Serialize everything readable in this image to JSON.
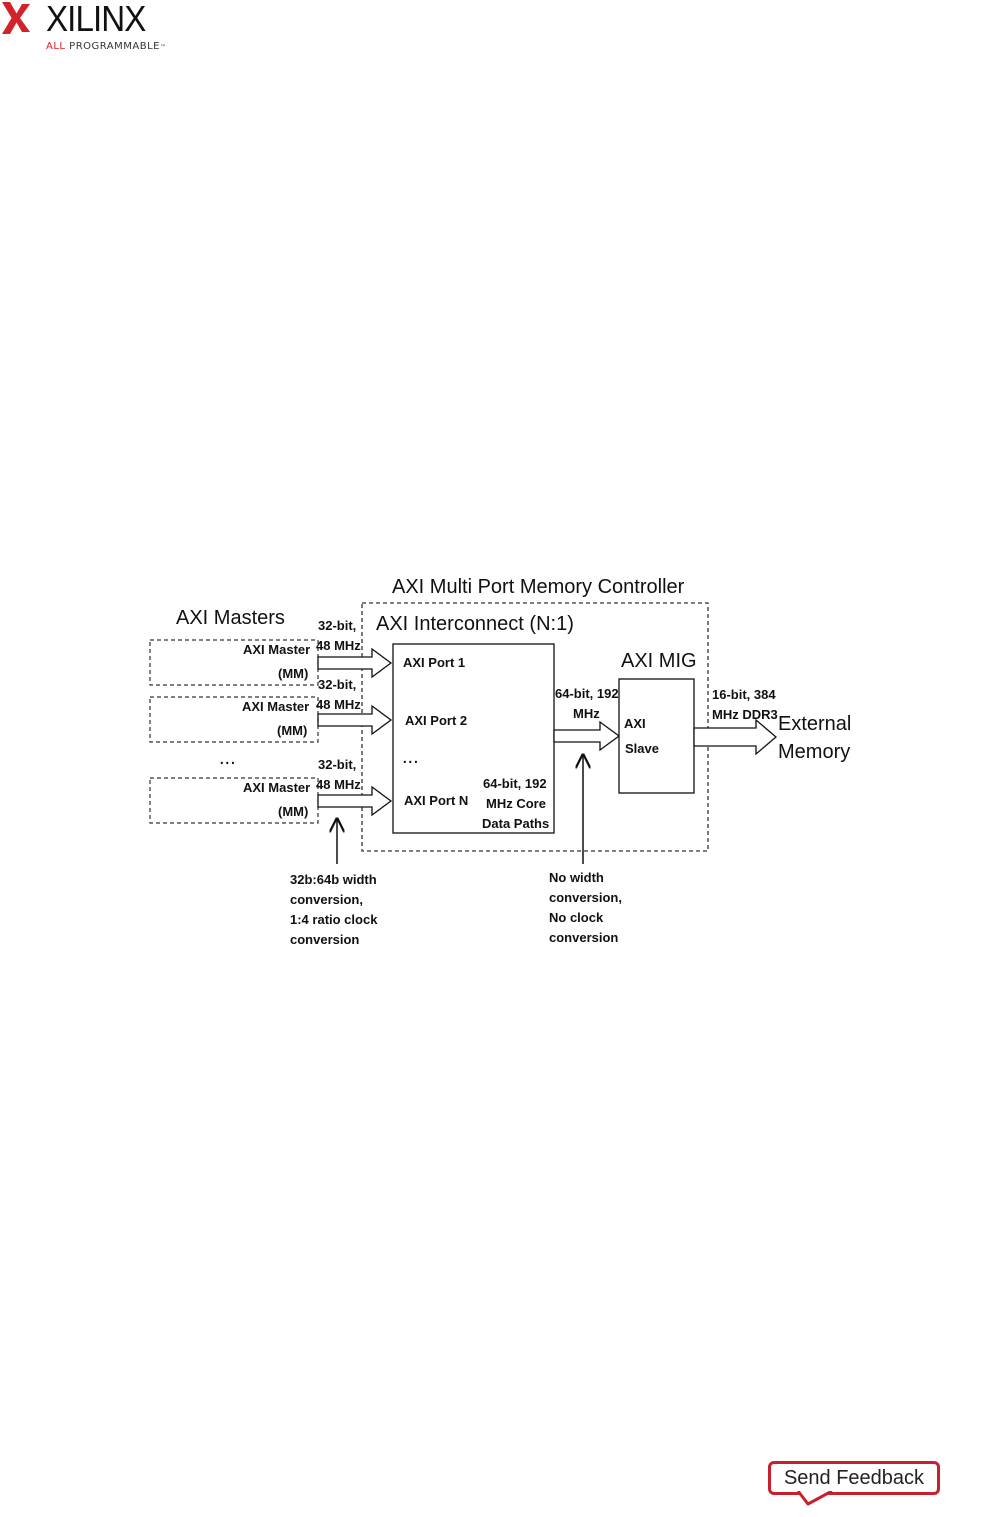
{
  "header": {
    "logo_text": "XILINX",
    "tagline_highlight": "ALL",
    "tagline_rest": " PROGRAMMABLE",
    "tagline_mark": "™"
  },
  "diagram": {
    "controller_title": "AXI Multi Port Memory Controller",
    "interconnect_title": "AXI Interconnect (N:1)",
    "masters_title": "AXI Masters",
    "masters": [
      {
        "line1": "AXI Master",
        "line2": "(MM)",
        "speed1": "32-bit,",
        "speed2": "48 MHz"
      },
      {
        "line1": "AXI Master",
        "line2": "(MM)",
        "speed1": "32-bit,",
        "speed2": "48 MHz"
      },
      {
        "line1": "AXI Master",
        "line2": "(MM)",
        "speed1": "32-bit,",
        "speed2": "48 MHz"
      }
    ],
    "masters_ellipsis": "...",
    "ports": [
      "AXI Port 1",
      "AXI Port 2",
      "AXI Port N"
    ],
    "ports_ellipsis": "...",
    "core_paths": [
      "64-bit, 192",
      "MHz Core",
      "Data Paths"
    ],
    "mig_link": [
      "64-bit, 192",
      "MHz"
    ],
    "mig_title": "AXI MIG",
    "mig_slave": [
      "AXI",
      "Slave"
    ],
    "ddr_link": [
      "16-bit, 384",
      "MHz DDR3"
    ],
    "external_memory": [
      "External",
      "Memory"
    ],
    "note_left": [
      "32b:64b width",
      "conversion,",
      "1:4 ratio clock",
      "conversion"
    ],
    "note_right": [
      "No width",
      "conversion,",
      "No clock",
      "conversion"
    ]
  },
  "footer": {
    "feedback_label": "Send Feedback"
  },
  "colors": {
    "brand_red": "#d2232a",
    "feedback_border": "#c8202f"
  },
  "icons": {
    "logo_mark": "xilinx-x-icon"
  }
}
